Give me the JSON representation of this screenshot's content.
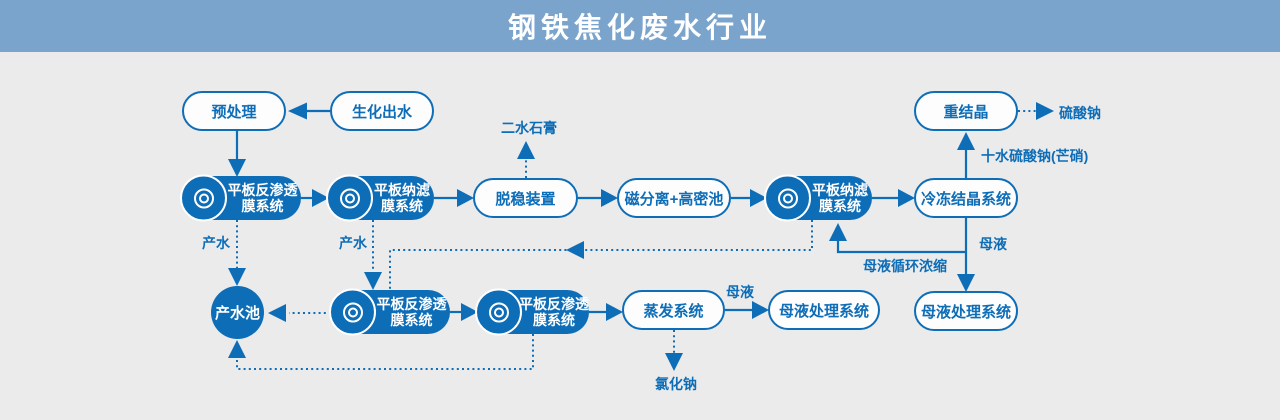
{
  "header": {
    "title": "钢铁焦化废水行业",
    "bg_color": "#7BA4CD"
  },
  "colors": {
    "flow_blue": "#0E6DB7",
    "background": "#EBEBEB",
    "node_fill_white": "#FDFDFD",
    "node_text_white": "#FFFFFF"
  },
  "icons": {
    "membrane_icon": "double-circle-bullseye"
  },
  "nodes": {
    "pretreatment": {
      "label": "预处理"
    },
    "bio_effluent": {
      "label": "生化出水"
    },
    "ro_top": {
      "line1": "平板反渗透",
      "line2": "膜系统"
    },
    "nf_left": {
      "line1": "平板纳滤",
      "line2": "膜系统"
    },
    "destabilizer": {
      "label": "脱稳装置"
    },
    "magnetic_separation": {
      "label": "磁分离+高密池"
    },
    "nf_right": {
      "line1": "平板纳滤",
      "line2": "膜系统"
    },
    "freeze_crystallization": {
      "label": "冷冻结晶系统"
    },
    "recrystallization": {
      "label": "重结晶"
    },
    "ml_treatment_right": {
      "label": "母液处理系统"
    },
    "product_water_pool": {
      "label": "产水池"
    },
    "ro_bottom_1": {
      "line1": "平板反渗透",
      "line2": "膜系统"
    },
    "ro_bottom_2": {
      "line1": "平板反渗透",
      "line2": "膜系统"
    },
    "evaporation": {
      "label": "蒸发系统"
    },
    "ml_treatment_bottom": {
      "label": "母液处理系统"
    }
  },
  "labels": {
    "gypsum_dihydrate": "二水石膏",
    "product_water_1": "产水",
    "product_water_2": "产水",
    "sodium_sulfate": "硫酸钠",
    "glauber_salt": "十水硫酸钠(芒硝)",
    "mother_liquor_right": "母液",
    "mother_liquor_recycle": "母液循环浓缩",
    "mother_liquor_bottom": "母液",
    "sodium_chloride": "氯化钠"
  }
}
